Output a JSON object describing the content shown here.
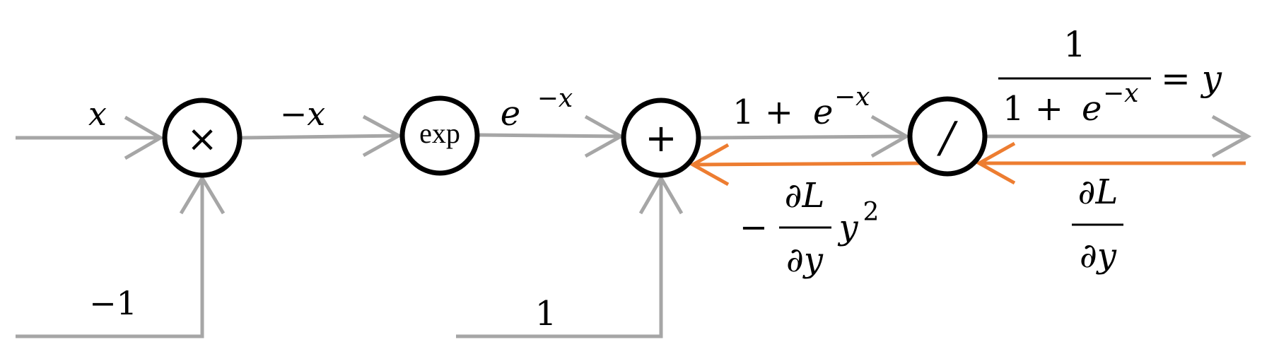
{
  "colors": {
    "edge": "#a6a6a6",
    "gradient": "#ed7d31",
    "node": "#000000"
  },
  "nodes": {
    "multiply": "×",
    "exp": "exp",
    "add": "+",
    "divide": "/"
  },
  "labels": {
    "input_x": "x",
    "neg_one": "−1",
    "neg_x": "−x",
    "exp_base": "e",
    "exp_power": "−x",
    "one": "1",
    "sum_prefix": "1 + ",
    "sum_base": "e",
    "sum_power": "−x",
    "output_numerator": "1",
    "output_den_prefix": "1 + ",
    "output_den_base": "e",
    "output_den_power": "−x",
    "output_equals": "= y"
  },
  "gradients": {
    "upstream_numerator": "∂L",
    "upstream_denominator": "∂y",
    "local_minus": "−",
    "local_numerator": "∂L",
    "local_denominator": "∂y",
    "local_factor": "y",
    "local_power": "2"
  }
}
